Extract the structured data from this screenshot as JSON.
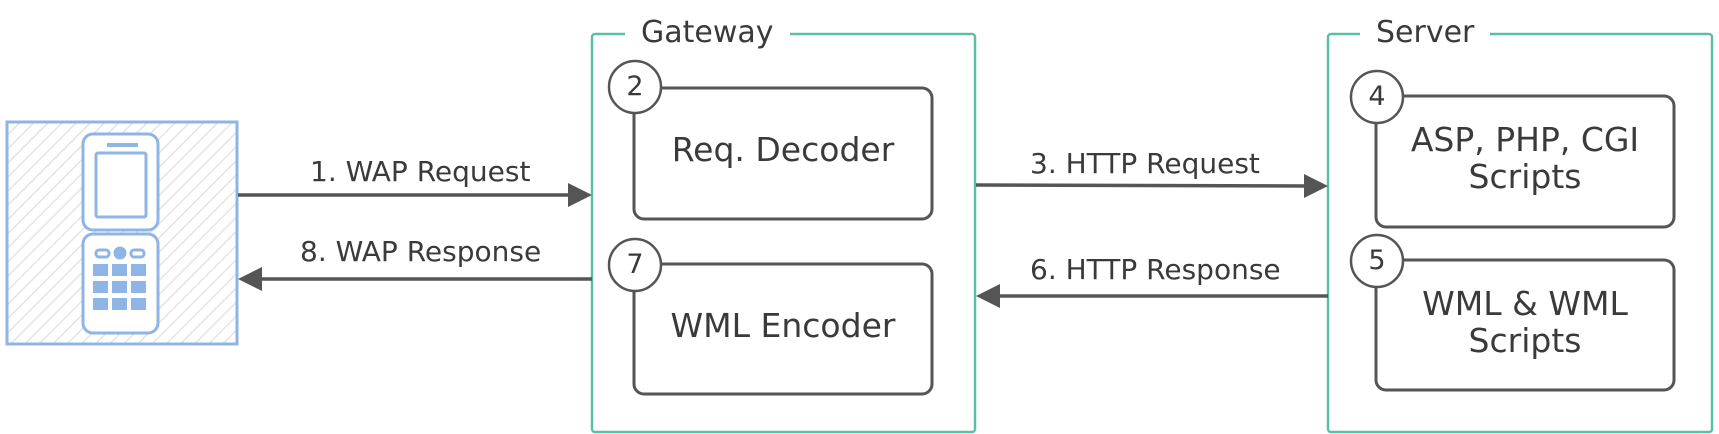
{
  "gateway": {
    "title": "Gateway",
    "decoder": {
      "step": "2",
      "label": "Req. Decoder"
    },
    "encoder": {
      "step": "7",
      "label": "WML Encoder"
    }
  },
  "server": {
    "title": "Server",
    "scripts": {
      "step": "4",
      "line1": "ASP, PHP, CGI",
      "line2": "Scripts"
    },
    "wml": {
      "step": "5",
      "line1": "WML & WML",
      "line2": "Scripts"
    }
  },
  "arrows": {
    "wap_request": "1. WAP Request",
    "wap_response": "8. WAP Response",
    "http_request": "3. HTTP Request",
    "http_response": "6. HTTP Response"
  },
  "device": {
    "icon": "mobile-phone-icon"
  },
  "colors": {
    "gateway_border": "#5bbfa8",
    "server_border": "#5bbfa8",
    "device_border": "#8fb4e6",
    "device_fill": "#8fb4e6",
    "line": "#555555"
  }
}
